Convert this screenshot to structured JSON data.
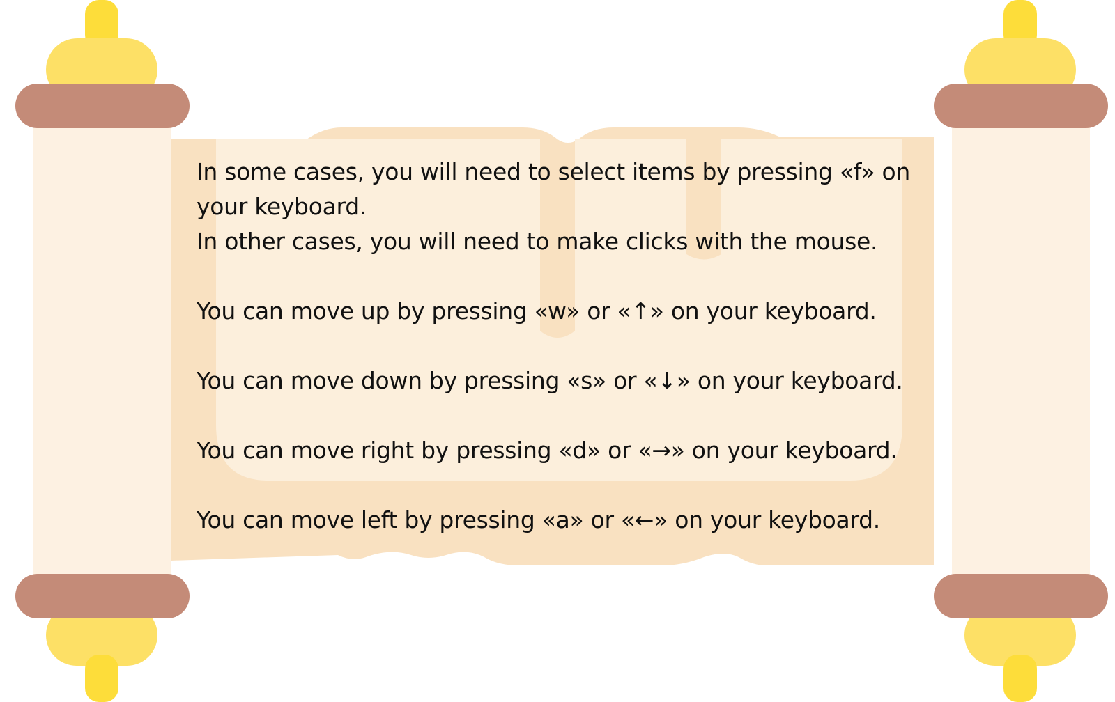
{
  "colors": {
    "background": "#ffffff",
    "parchment": "#fcefdc",
    "parchment_shade": "#f9e1c1",
    "roller_body": "#fdf1e2",
    "roller_band": "#c48b78",
    "knob_yellow": "#fde066",
    "knob_stem": "#fddd3a",
    "text": "#111111"
  },
  "icons": [
    "scroll-icon",
    "up-arrow-icon",
    "down-arrow-icon",
    "right-arrow-icon",
    "left-arrow-icon"
  ],
  "instructions": {
    "select_line1": "In some cases, you will need to select items by pressing «f» on",
    "select_line2": "your keyboard.",
    "click_line": "In other cases, you will need to make clicks with the mouse.",
    "up_line": "You can move up by pressing «w» or «↑»  on your keyboard.",
    "down_line": "You can move down by pressing «s» or «↓»  on your keyboard.",
    "right_line": "You can move right by pressing «d» or «→»  on your keyboard.",
    "left_line": "You can move left by pressing «a» or «←»  on your keyboard."
  }
}
